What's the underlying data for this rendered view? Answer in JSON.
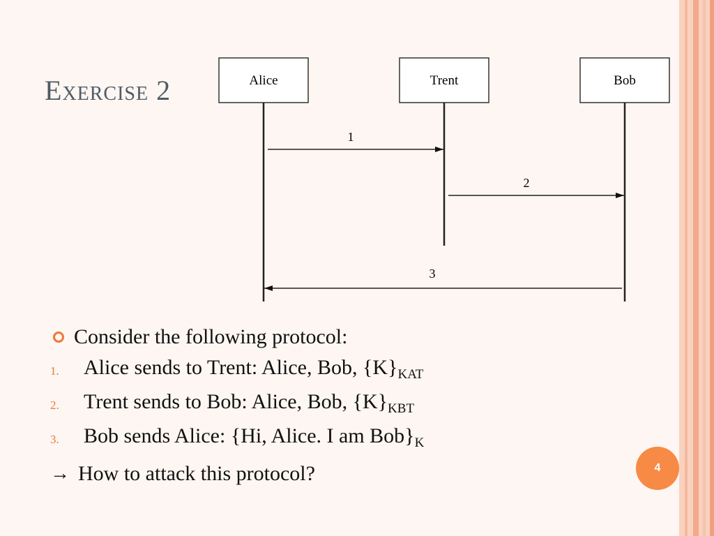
{
  "slide": {
    "title": "Exercise 2",
    "page_number": "4",
    "accent_color": "#f0773a"
  },
  "diagram": {
    "actors": [
      "Alice",
      "Trent",
      "Bob"
    ],
    "messages": [
      {
        "label": "1",
        "from": "Alice",
        "to": "Trent"
      },
      {
        "label": "2",
        "from": "Trent",
        "to": "Bob"
      },
      {
        "label": "3",
        "from": "Bob",
        "to": "Alice"
      }
    ]
  },
  "body": {
    "intro": "Consider the following protocol:",
    "steps": [
      {
        "number": "1.",
        "text": "Alice sends to Trent: Alice, Bob, {K}",
        "subscript": "KAT"
      },
      {
        "number": "2.",
        "text": "Trent sends to Bob: Alice, Bob, {K}",
        "subscript": "KBT"
      },
      {
        "number": "3.",
        "text": "Bob sends Alice: {Hi, Alice. I am Bob}",
        "subscript": "K"
      }
    ],
    "question_arrow": "→",
    "question": "How to attack this protocol?"
  }
}
